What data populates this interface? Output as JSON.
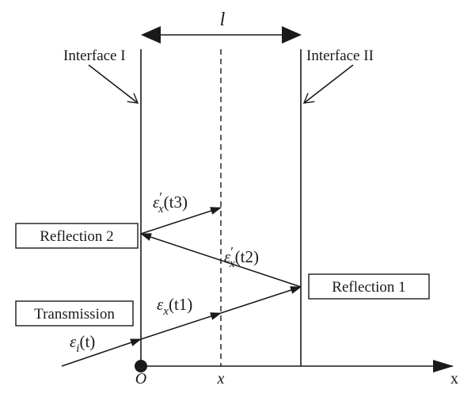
{
  "diagram": {
    "length_label": "l",
    "interface_left_label": "Interface I",
    "interface_right_label": "Interface II",
    "origin_label": "O",
    "position_label": "x",
    "axis_label": "x",
    "boxes": {
      "reflection2": "Reflection 2",
      "reflection1": "Reflection 1",
      "transmission": "Transmission"
    },
    "waves": {
      "incident": {
        "base": "ε",
        "sub": "i",
        "arg": "(t)"
      },
      "transmitted": {
        "base": "ε",
        "sub": "x",
        "arg": "(t1)"
      },
      "reflected_1": {
        "base": "ε",
        "prime": "′",
        "sub": "x",
        "arg": "(t2)"
      },
      "reflected_2": {
        "base": "ε",
        "prime": "′",
        "sub": "x",
        "arg": "(t3)"
      }
    }
  }
}
